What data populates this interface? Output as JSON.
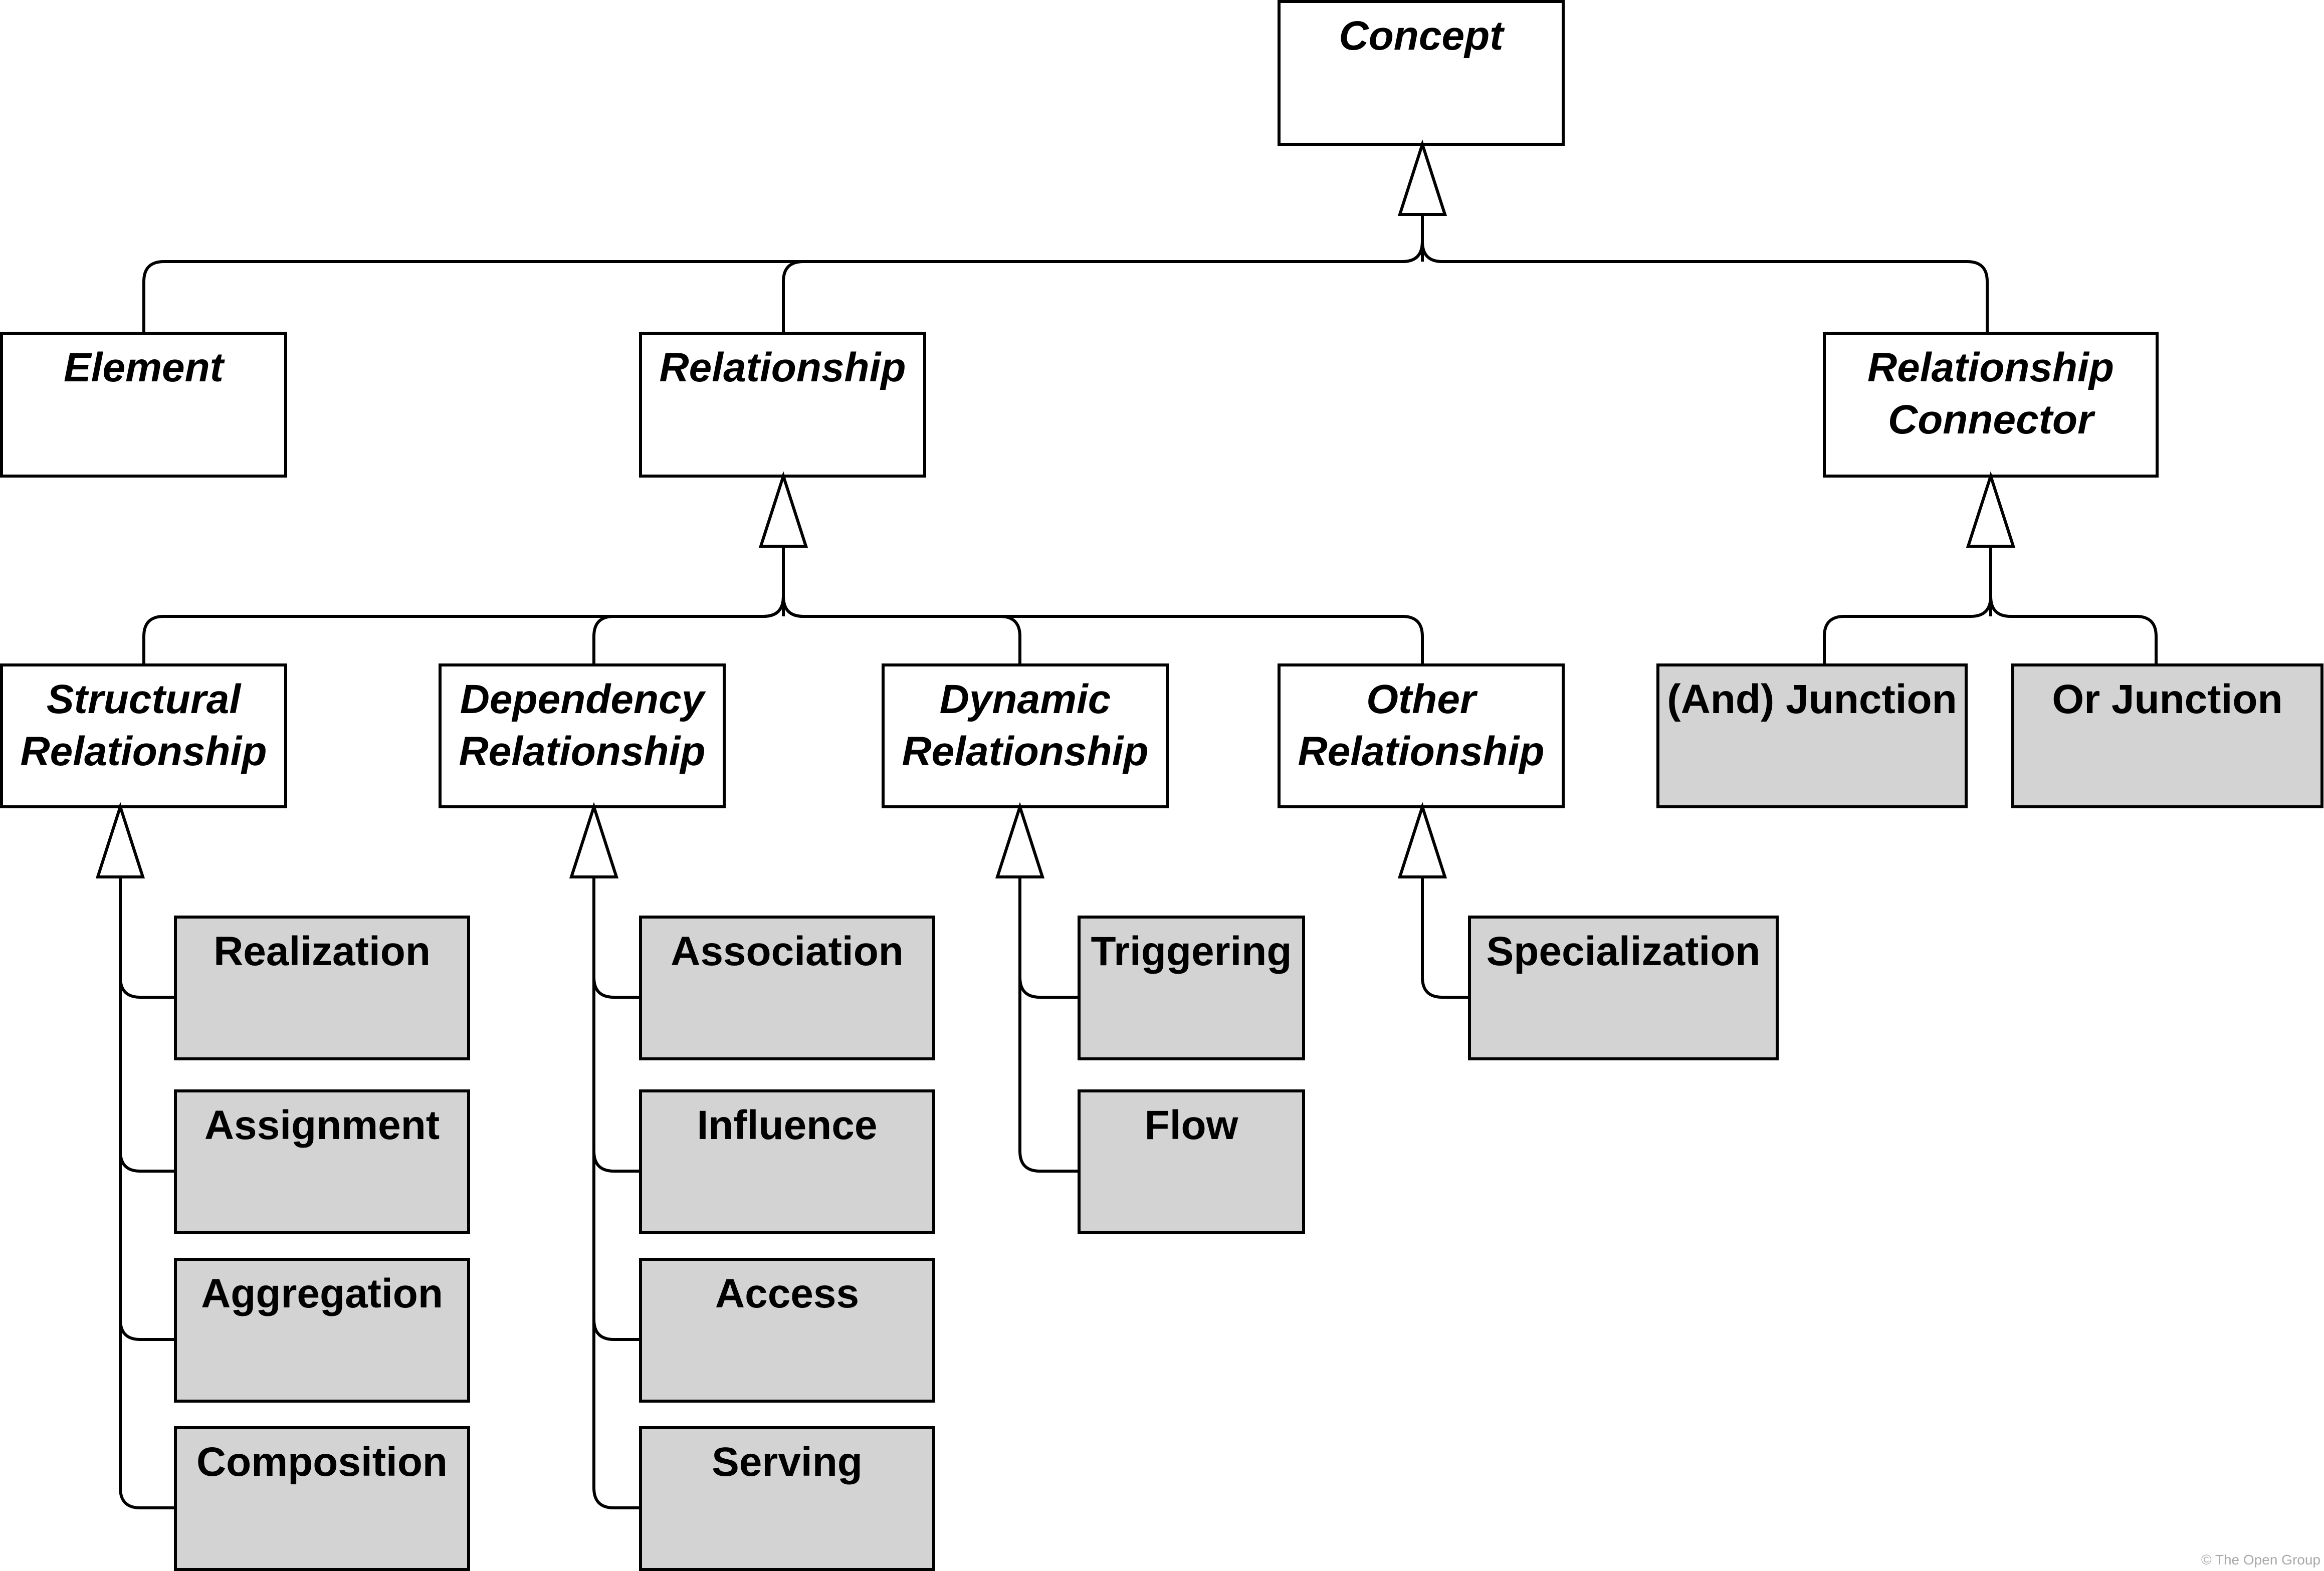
{
  "diagram": {
    "colors": {
      "abstract_fill": "#ffffff",
      "concrete_fill": "#d3d3d3",
      "stroke": "#000000"
    },
    "nodes": {
      "concept": {
        "lines": [
          "Concept"
        ],
        "abstract": true
      },
      "element": {
        "lines": [
          "Element"
        ],
        "abstract": true
      },
      "relationship": {
        "lines": [
          "Relationship"
        ],
        "abstract": true
      },
      "relationship_connector": {
        "lines": [
          "Relationship",
          "Connector"
        ],
        "abstract": true
      },
      "structural_relationship": {
        "lines": [
          "Structural",
          "Relationship"
        ],
        "abstract": true
      },
      "dependency_relationship": {
        "lines": [
          "Dependency",
          "Relationship"
        ],
        "abstract": true
      },
      "dynamic_relationship": {
        "lines": [
          "Dynamic",
          "Relationship"
        ],
        "abstract": true
      },
      "other_relationship": {
        "lines": [
          "Other",
          "Relationship"
        ],
        "abstract": true
      },
      "and_junction": {
        "lines": [
          "(And) Junction"
        ],
        "abstract": false
      },
      "or_junction": {
        "lines": [
          "Or Junction"
        ],
        "abstract": false
      },
      "realization": {
        "lines": [
          "Realization"
        ],
        "abstract": false
      },
      "assignment": {
        "lines": [
          "Assignment"
        ],
        "abstract": false
      },
      "aggregation": {
        "lines": [
          "Aggregation"
        ],
        "abstract": false
      },
      "composition": {
        "lines": [
          "Composition"
        ],
        "abstract": false
      },
      "association": {
        "lines": [
          "Association"
        ],
        "abstract": false
      },
      "influence": {
        "lines": [
          "Influence"
        ],
        "abstract": false
      },
      "access": {
        "lines": [
          "Access"
        ],
        "abstract": false
      },
      "serving": {
        "lines": [
          "Serving"
        ],
        "abstract": false
      },
      "triggering": {
        "lines": [
          "Triggering"
        ],
        "abstract": false
      },
      "flow": {
        "lines": [
          "Flow"
        ],
        "abstract": false
      },
      "specialization": {
        "lines": [
          "Specialization"
        ],
        "abstract": false
      }
    },
    "generalizations": [
      {
        "parent": "concept",
        "children": [
          "element",
          "relationship",
          "relationship_connector"
        ]
      },
      {
        "parent": "relationship",
        "children": [
          "structural_relationship",
          "dependency_relationship",
          "dynamic_relationship",
          "other_relationship"
        ]
      },
      {
        "parent": "relationship_connector",
        "children": [
          "and_junction",
          "or_junction"
        ]
      },
      {
        "parent": "structural_relationship",
        "children": [
          "realization",
          "assignment",
          "aggregation",
          "composition"
        ]
      },
      {
        "parent": "dependency_relationship",
        "children": [
          "association",
          "influence",
          "access",
          "serving"
        ]
      },
      {
        "parent": "dynamic_relationship",
        "children": [
          "triggering",
          "flow"
        ]
      },
      {
        "parent": "other_relationship",
        "children": [
          "specialization"
        ]
      }
    ]
  },
  "copyright": "© The Open Group"
}
